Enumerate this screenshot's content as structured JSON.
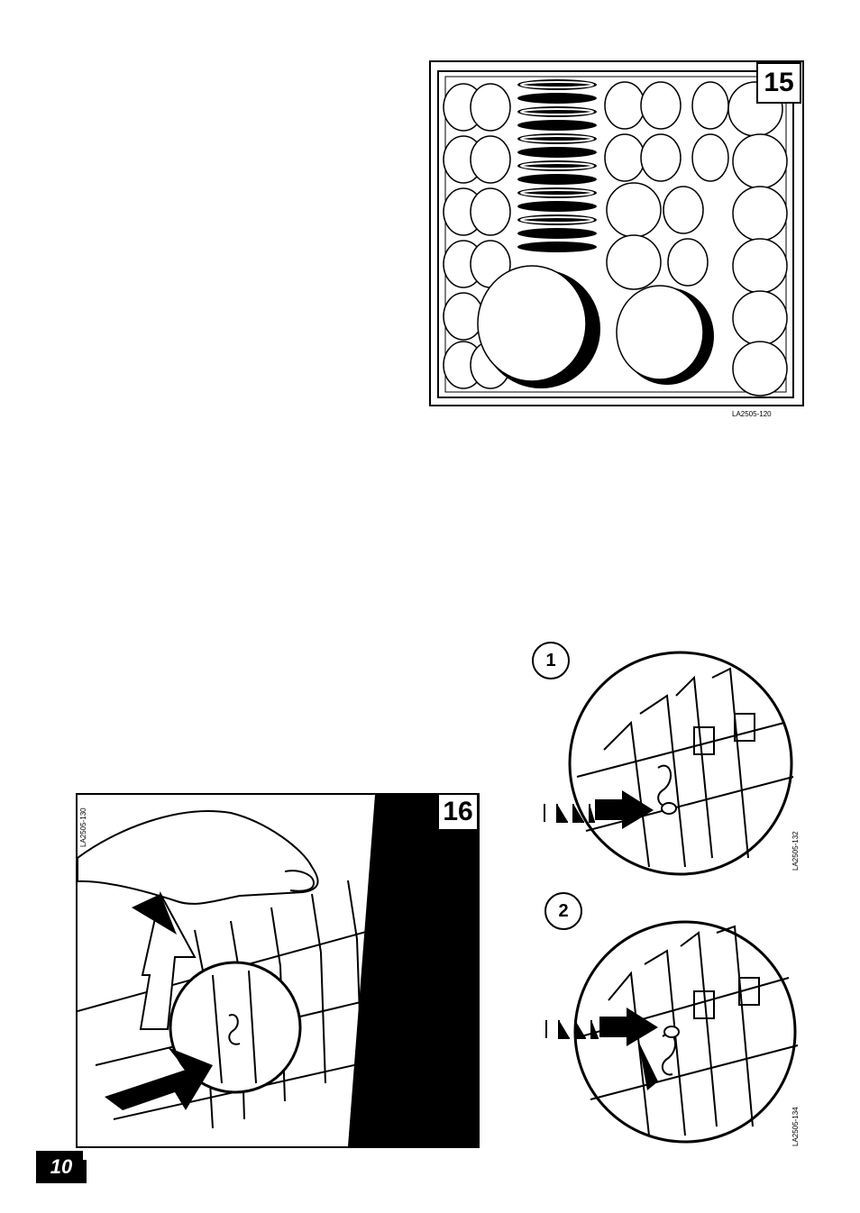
{
  "page": {
    "number": "10"
  },
  "figure15": {
    "number": "15",
    "code": "LA2505-120"
  },
  "figure16": {
    "number": "16",
    "code": "LA2505-130"
  },
  "step1": {
    "label": "1",
    "code": "LA2505-132"
  },
  "step2": {
    "label": "2",
    "code": "LA2505-134"
  },
  "icons": [
    "dishwasher-basket-illustration",
    "hand-adjusting-basket-illustration",
    "arrow-icon",
    "detail-magnifier-circle"
  ]
}
